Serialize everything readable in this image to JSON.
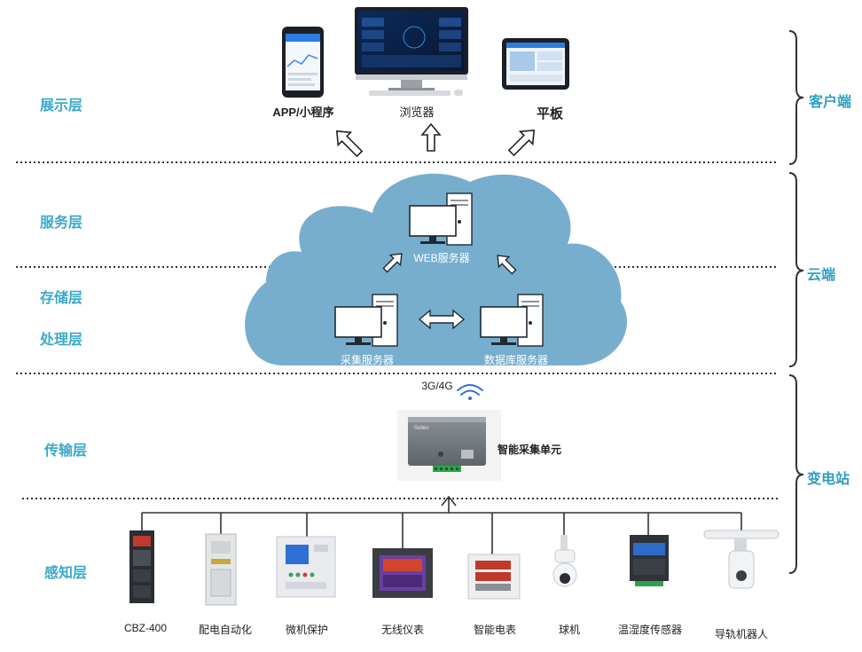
{
  "layers": {
    "display": "展示层",
    "service": "服务层",
    "storage": "存储层",
    "processing": "处理层",
    "transport": "传输层",
    "perception": "感知层"
  },
  "sides": {
    "client": "客户端",
    "cloud": "云端",
    "substation": "变电站"
  },
  "clients": {
    "app": "APP/小程序",
    "browser": "浏览器",
    "tablet": "平板"
  },
  "servers": {
    "web": "WEB服务器",
    "collect": "采集服务器",
    "database": "数据库服务器"
  },
  "transport": {
    "network": "3G/4G",
    "unit": "智能采集单元",
    "brand": "Sollen"
  },
  "devices": [
    {
      "label": "CBZ-400"
    },
    {
      "label": "配电自动化"
    },
    {
      "label": "微机保护"
    },
    {
      "label": "无线仪表"
    },
    {
      "label": "智能电表"
    },
    {
      "label": "球机"
    },
    {
      "label": "温湿度传感器"
    },
    {
      "label": "导轨机器人"
    }
  ],
  "colors": {
    "layer_text": "#3aa9c9",
    "cloud": "#78aecd",
    "bracket": "#333333"
  }
}
